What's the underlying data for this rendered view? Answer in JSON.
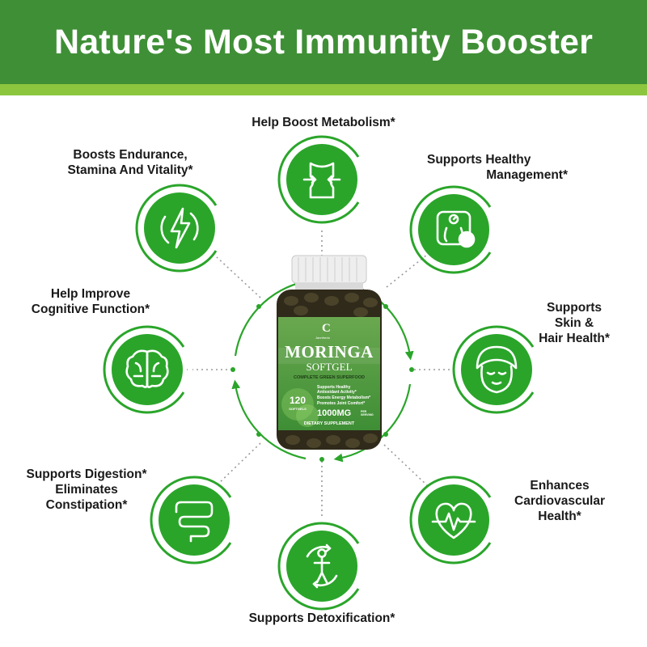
{
  "header": {
    "title": "Nature's Most Immunity Booster"
  },
  "colors": {
    "banner_green": "#3f8f36",
    "strip_green": "#8cc63f",
    "icon_green": "#2aa52a",
    "dot_gray": "#9a9a9a"
  },
  "benefits": [
    {
      "icon": "body-metabolism-icon",
      "lines": [
        "Help Boost Metabolism*"
      ]
    },
    {
      "icon": "scale-check-icon",
      "lines": [
        "Supports Healthy",
        "Management*"
      ]
    },
    {
      "icon": "face-towel-icon",
      "lines": [
        "Supports",
        "Skin &",
        "Hair Health*"
      ]
    },
    {
      "icon": "heart-pulse-icon",
      "lines": [
        "Enhances",
        "Cardiovascular",
        "Health*"
      ]
    },
    {
      "icon": "detox-person-icon",
      "lines": [
        "Supports Detoxification*"
      ]
    },
    {
      "icon": "intestine-icon",
      "lines": [
        "Supports Digestion*",
        "Eliminates",
        "Constipation*"
      ]
    },
    {
      "icon": "brain-icon",
      "lines": [
        "Help Improve",
        "Cognitive Function*"
      ]
    },
    {
      "icon": "lightning-icon",
      "lines": [
        "Boosts Endurance,",
        "Stamina And Vitality*"
      ]
    }
  ],
  "product": {
    "brand_mark": "C",
    "brand_sub": "Jannfredo",
    "name": "MORINGA",
    "form": "SOFTGEL",
    "tagline": "COMPLETE GREEN SUPERFOOD",
    "count": "120",
    "count_unit": "SOFTGELS",
    "claims": [
      "Supports Healthy",
      "Antioxidant Activity*",
      "Boosts Energy Metabolism*",
      "Promotes Joint Comfort*"
    ],
    "dose": "1000MG",
    "dose_note": "PER SERVING",
    "category": "DIETARY SUPPLEMENT"
  }
}
